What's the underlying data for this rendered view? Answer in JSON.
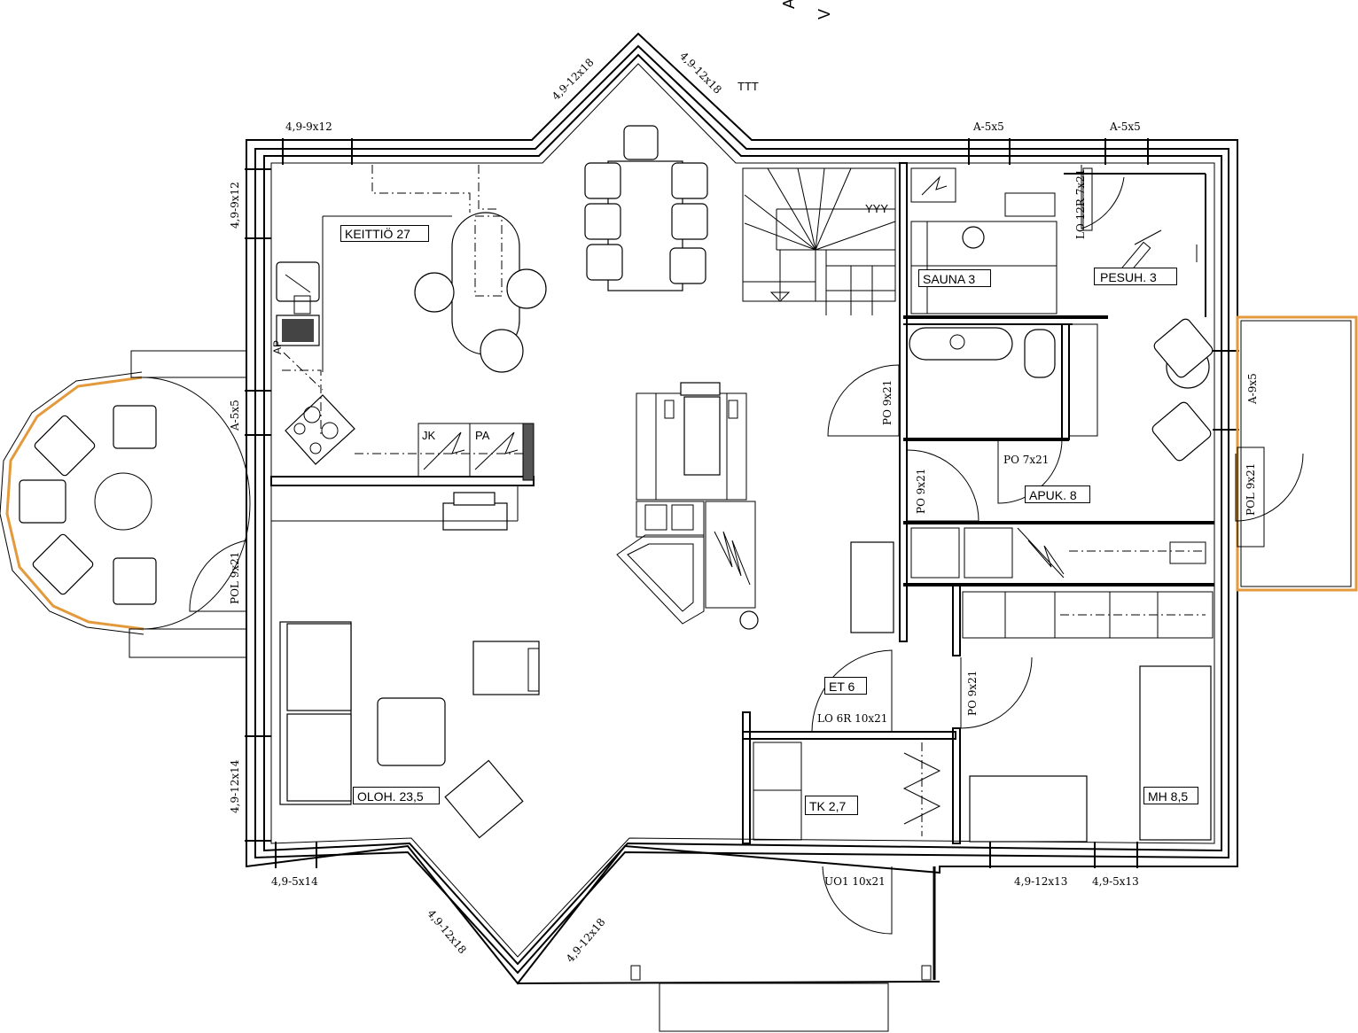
{
  "rooms": {
    "kitchen": "KEITTIÖ 27",
    "sauna": "SAUNA 3",
    "washroom": "PESUH. 3",
    "utility": "APUK. 8",
    "entrance": "ET 6",
    "closet": "TK 2,7",
    "living": "OLOH. 23,5",
    "bedroom": "MH 8,5"
  },
  "marks": {
    "jk": "JK",
    "pa": "PA",
    "ap": "AP",
    "yyy": "YYY",
    "ttt": "TTT",
    "north_a": "A",
    "north_v": "V"
  },
  "windows": {
    "w_top_left": "4,9-9x12",
    "w_left_top": "4,9-9x12",
    "w_diag_top_left": "4,9-12x18",
    "w_diag_top_right": "4,9-12x18",
    "w_top_a1": "A-5x5",
    "w_top_a2": "A-5x5",
    "w_left_mid": "A-5x5",
    "w_left_low": "4,9-12x14",
    "w_right": "A-9x5",
    "w_bottom_left": "4,9-5x14",
    "w_diag_bottom_left": "4,9-12x18",
    "w_diag_bottom_right": "4,9-12x18",
    "w_bottom_right1": "4,9-12x13",
    "w_bottom_right2": "4,9-5x13"
  },
  "doors": {
    "d_lo12": "LO 12R 7x21",
    "d_po_sauna": "PO 9x21",
    "d_po_util_l": "PO 9x21",
    "d_po_util": "PO 7x21",
    "d_pol_right": "POL 9x21",
    "d_pol_left": "POL 9x21",
    "d_lo6": "LO 6R 10x21",
    "d_po_mh": "PO 9x21",
    "d_uo1": "UO1 10x21"
  }
}
